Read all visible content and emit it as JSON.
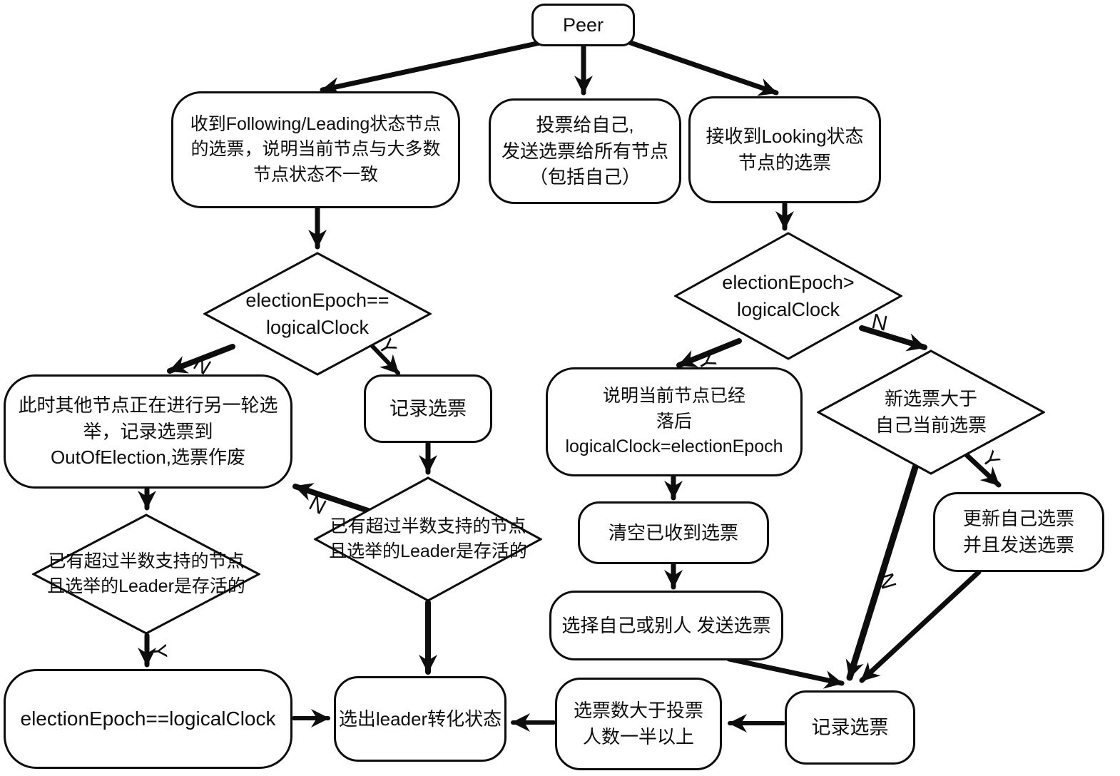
{
  "diagram": {
    "nodes": {
      "peer": "Peer",
      "received_following_leading": "收到Following/Leading状态节点\n的选票，说明当前节点与大多数\n节点状态不一致",
      "vote_for_self": "投票给自己,\n发送选票给所有节点\n（包括自己）",
      "receive_looking": "接收到Looking状态\n节点的选票",
      "election_epoch_equal": "electionEpoch==\nlogicalClock",
      "other_election_round": "此时其他节点正在进行另一轮选\n举，记录选票到\nOutOfElection,选票作废",
      "record_vote_middle": "记录选票",
      "election_epoch_greater": "electionEpoch>\nlogicalClock",
      "node_behind": "说明当前节点已经\n落后\nlogicalClock=electionEpoch",
      "new_vote_greater": "新选票大于\n自己当前选票",
      "update_and_send_vote": "更新自己选票\n并且发送选票",
      "majority_alive_middle": "已有超过半数支持的节点\n且选举的Leader是存活的",
      "majority_alive_left": "已有超过半数支持的节点\n且选举的Leader是存活的",
      "clear_received_votes": "清空已收到选票",
      "choose_and_send": "选择自己或别人 发送选票",
      "election_epoch_equal_bottom": "electionEpoch==logicalClock",
      "elect_leader": "选出leader转化状态",
      "votes_over_half": "选票数大于投票\n人数一半以上",
      "record_vote_bottom": "记录选票"
    },
    "edge_labels": {
      "yes": "Y",
      "no": "N"
    },
    "colors": {
      "stroke": "#0d0d0d",
      "background": "#ffffff"
    }
  }
}
